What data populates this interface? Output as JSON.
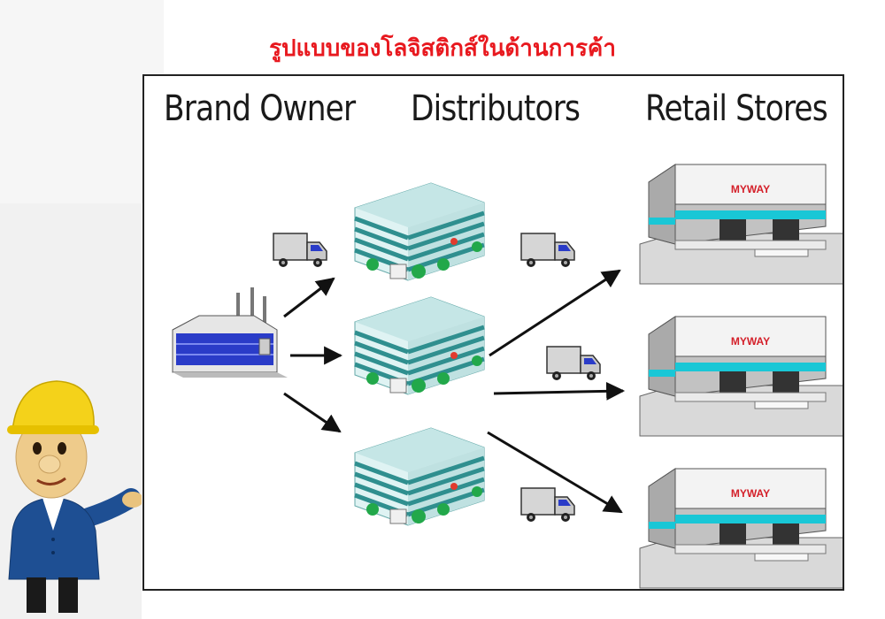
{
  "title": "รูปแบบของโลจิสติกส์ในด้านการค้า",
  "columns": {
    "brand_owner": "Brand Owner",
    "distributors": "Distributors",
    "retail_stores": "Retail Stores"
  },
  "store_sign": "MYWAY",
  "colors": {
    "title": "#e8191f",
    "building": "#2f8f8f",
    "factory": "#2a3cc8",
    "store_accent": "#19c7d6",
    "store_sign": "#d4202a"
  }
}
